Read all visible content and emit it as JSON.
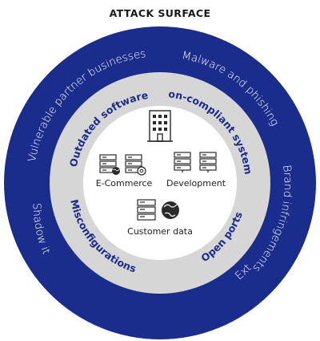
{
  "title": "ATTACK SURFACE",
  "outer_labels": [
    "Vulnerable partner businesses",
    "Malware and phishing",
    "Brand infringements",
    "External misconfigurations",
    "Shadow it"
  ],
  "inner_labels": [
    "Outdated software",
    "Non-compliant systems",
    "Open ports",
    "Misconfigurations"
  ],
  "center_labels": {
    "ecommerce": "E-Commerce",
    "development": "Development",
    "customer_data": "Customer data"
  },
  "colors": {
    "outer_ring": "#1a2c8c",
    "inner_ring": "#d6d6d6",
    "center": "#ffffff",
    "inner_text": "#1a2c8c",
    "icon": "#2a2a2a"
  },
  "icons": [
    "building-icon",
    "server-icon",
    "globe-icon",
    "at-sign-icon"
  ]
}
